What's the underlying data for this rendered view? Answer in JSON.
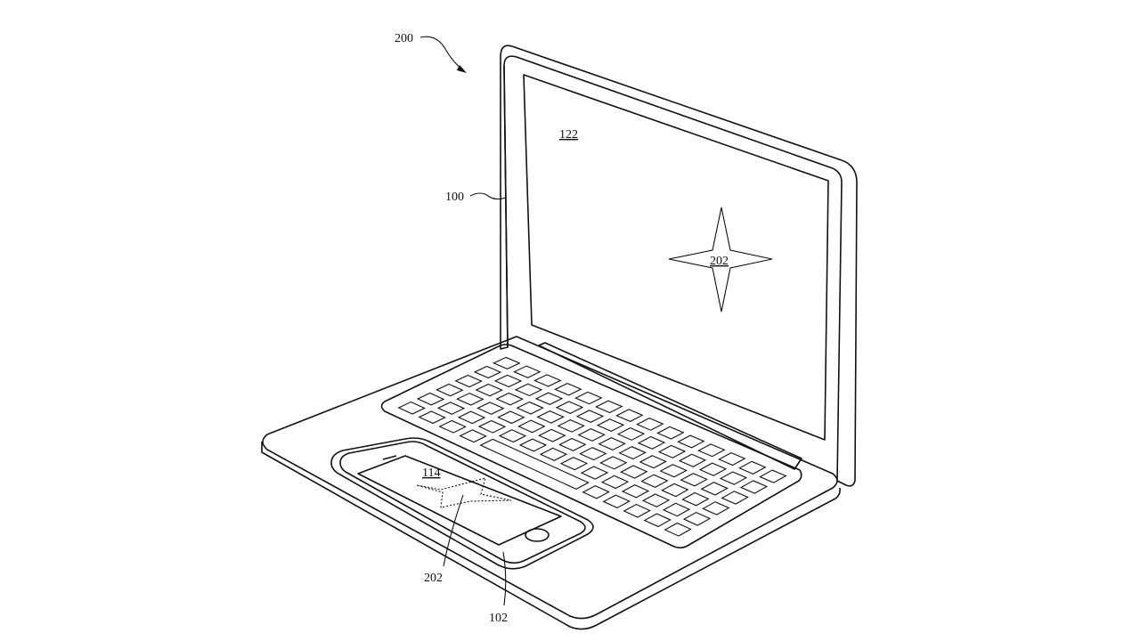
{
  "figure": {
    "labels": {
      "system": "200",
      "laptop": "100",
      "laptop_display": "122",
      "screen_icon": "202",
      "phone_display": "114",
      "phone_icon": "202",
      "phone": "102"
    },
    "colors": {
      "line": "#111111",
      "background": "#ffffff"
    }
  }
}
